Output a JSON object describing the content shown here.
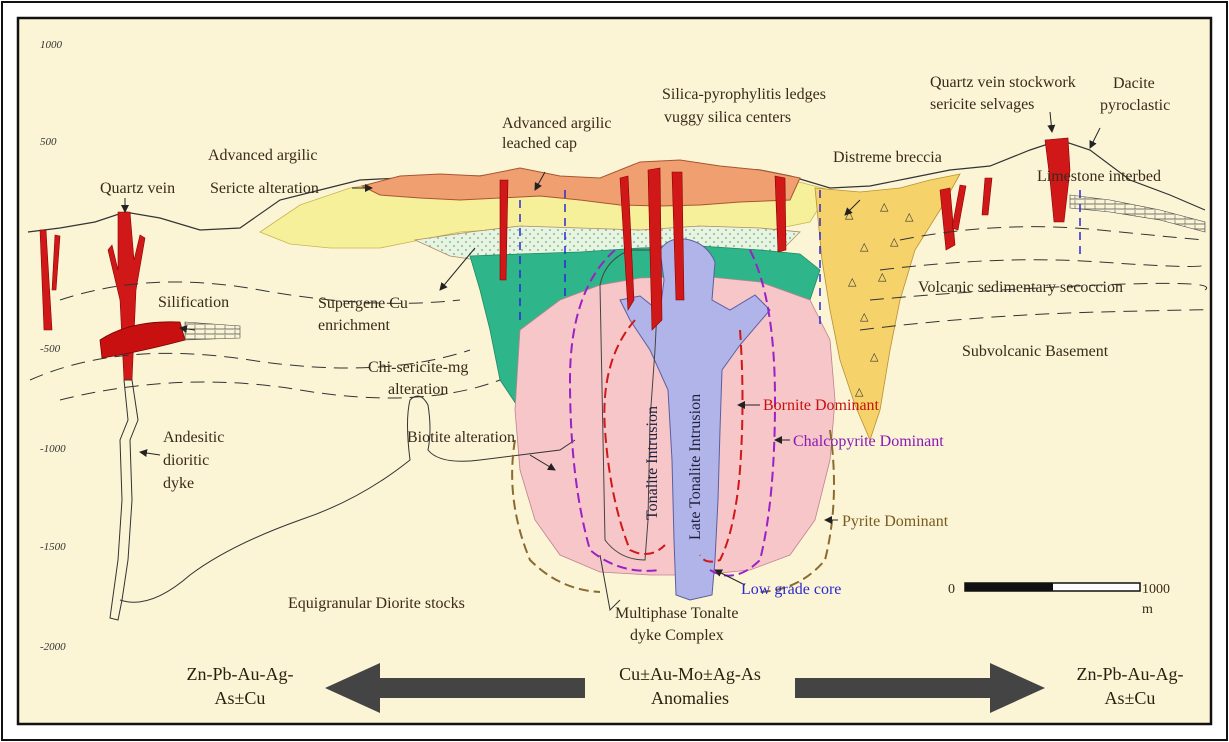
{
  "colors": {
    "background": "#fbf5d6",
    "advanced_argilic": "#f0a070",
    "sericite": "#f7f09a",
    "supergene": "#e2f3df",
    "chlorite": "#2fb58a",
    "potassic": "#f6c6c8",
    "intrusion": "#b0b4e8",
    "breccia": "#f6d36a",
    "vein": "#d01818",
    "bornite": "#d01818",
    "chalcopyrite": "#9a20c8",
    "pyrite": "#8a6a30",
    "low_grade": "#2a2ad0",
    "arrow": "#444444"
  },
  "depth_ticks": [
    "1000",
    "500",
    "-500",
    "-1000",
    "-1500",
    "-2000"
  ],
  "labels": {
    "quartz_vein": "Quartz vein",
    "advanced_argilic": "Advanced argilic",
    "sericite_alteration": "Sericte alteration",
    "advanced_argilic_cap_1": "Advanced argilic",
    "advanced_argilic_cap_2": "leached cap",
    "silica_ledges_1": "Silica-pyrophylitis ledges",
    "silica_ledges_2": "vuggy silica centers",
    "diatreme": "Distreme breccia",
    "stockwork_1": "Quartz vein stockwork",
    "stockwork_2": "sericite selvages",
    "dacite_1": "Dacite",
    "dacite_2": "pyroclastic",
    "limestone": "Limestone interbed",
    "silification": "Silification",
    "supergene_1": "Supergene Cu",
    "supergene_2": "enrichment",
    "volcanic_sed": "Volcanic sedimentary secoccion",
    "chi_sericite_1": "Chi-sericite-mg",
    "chi_sericite_2": "alteration",
    "subvolcanic": "Subvolcanic Basement",
    "tonalite": "Tonalite Intrusion",
    "late_tonalite": "Late Tonalite Intrusion",
    "bornite": "Bornite Dominant",
    "biotite": "Biotite alteration",
    "chalcopyrite": "Chalcopyrite Dominant",
    "andesitic_1": "Andesitic",
    "andesitic_2": "dioritic",
    "andesitic_3": "dyke",
    "pyrite": "Pyrite Dominant",
    "low_grade": "Low grade core",
    "equigranular": "Equigranular Diorite stocks",
    "multiphase_1": "Multiphase Tonalte",
    "multiphase_2": "dyke Complex",
    "scale_zero": "0",
    "scale_max": "1000",
    "scale_unit": "m"
  },
  "anomalies": {
    "left_1": "Zn-Pb-Au-Ag-",
    "left_2": "As±Cu",
    "center_1": "Cu±Au-Mo±Ag-As",
    "center_2": "Anomalies",
    "right_1": "Zn-Pb-Au-Ag-",
    "right_2": "As±Cu"
  }
}
